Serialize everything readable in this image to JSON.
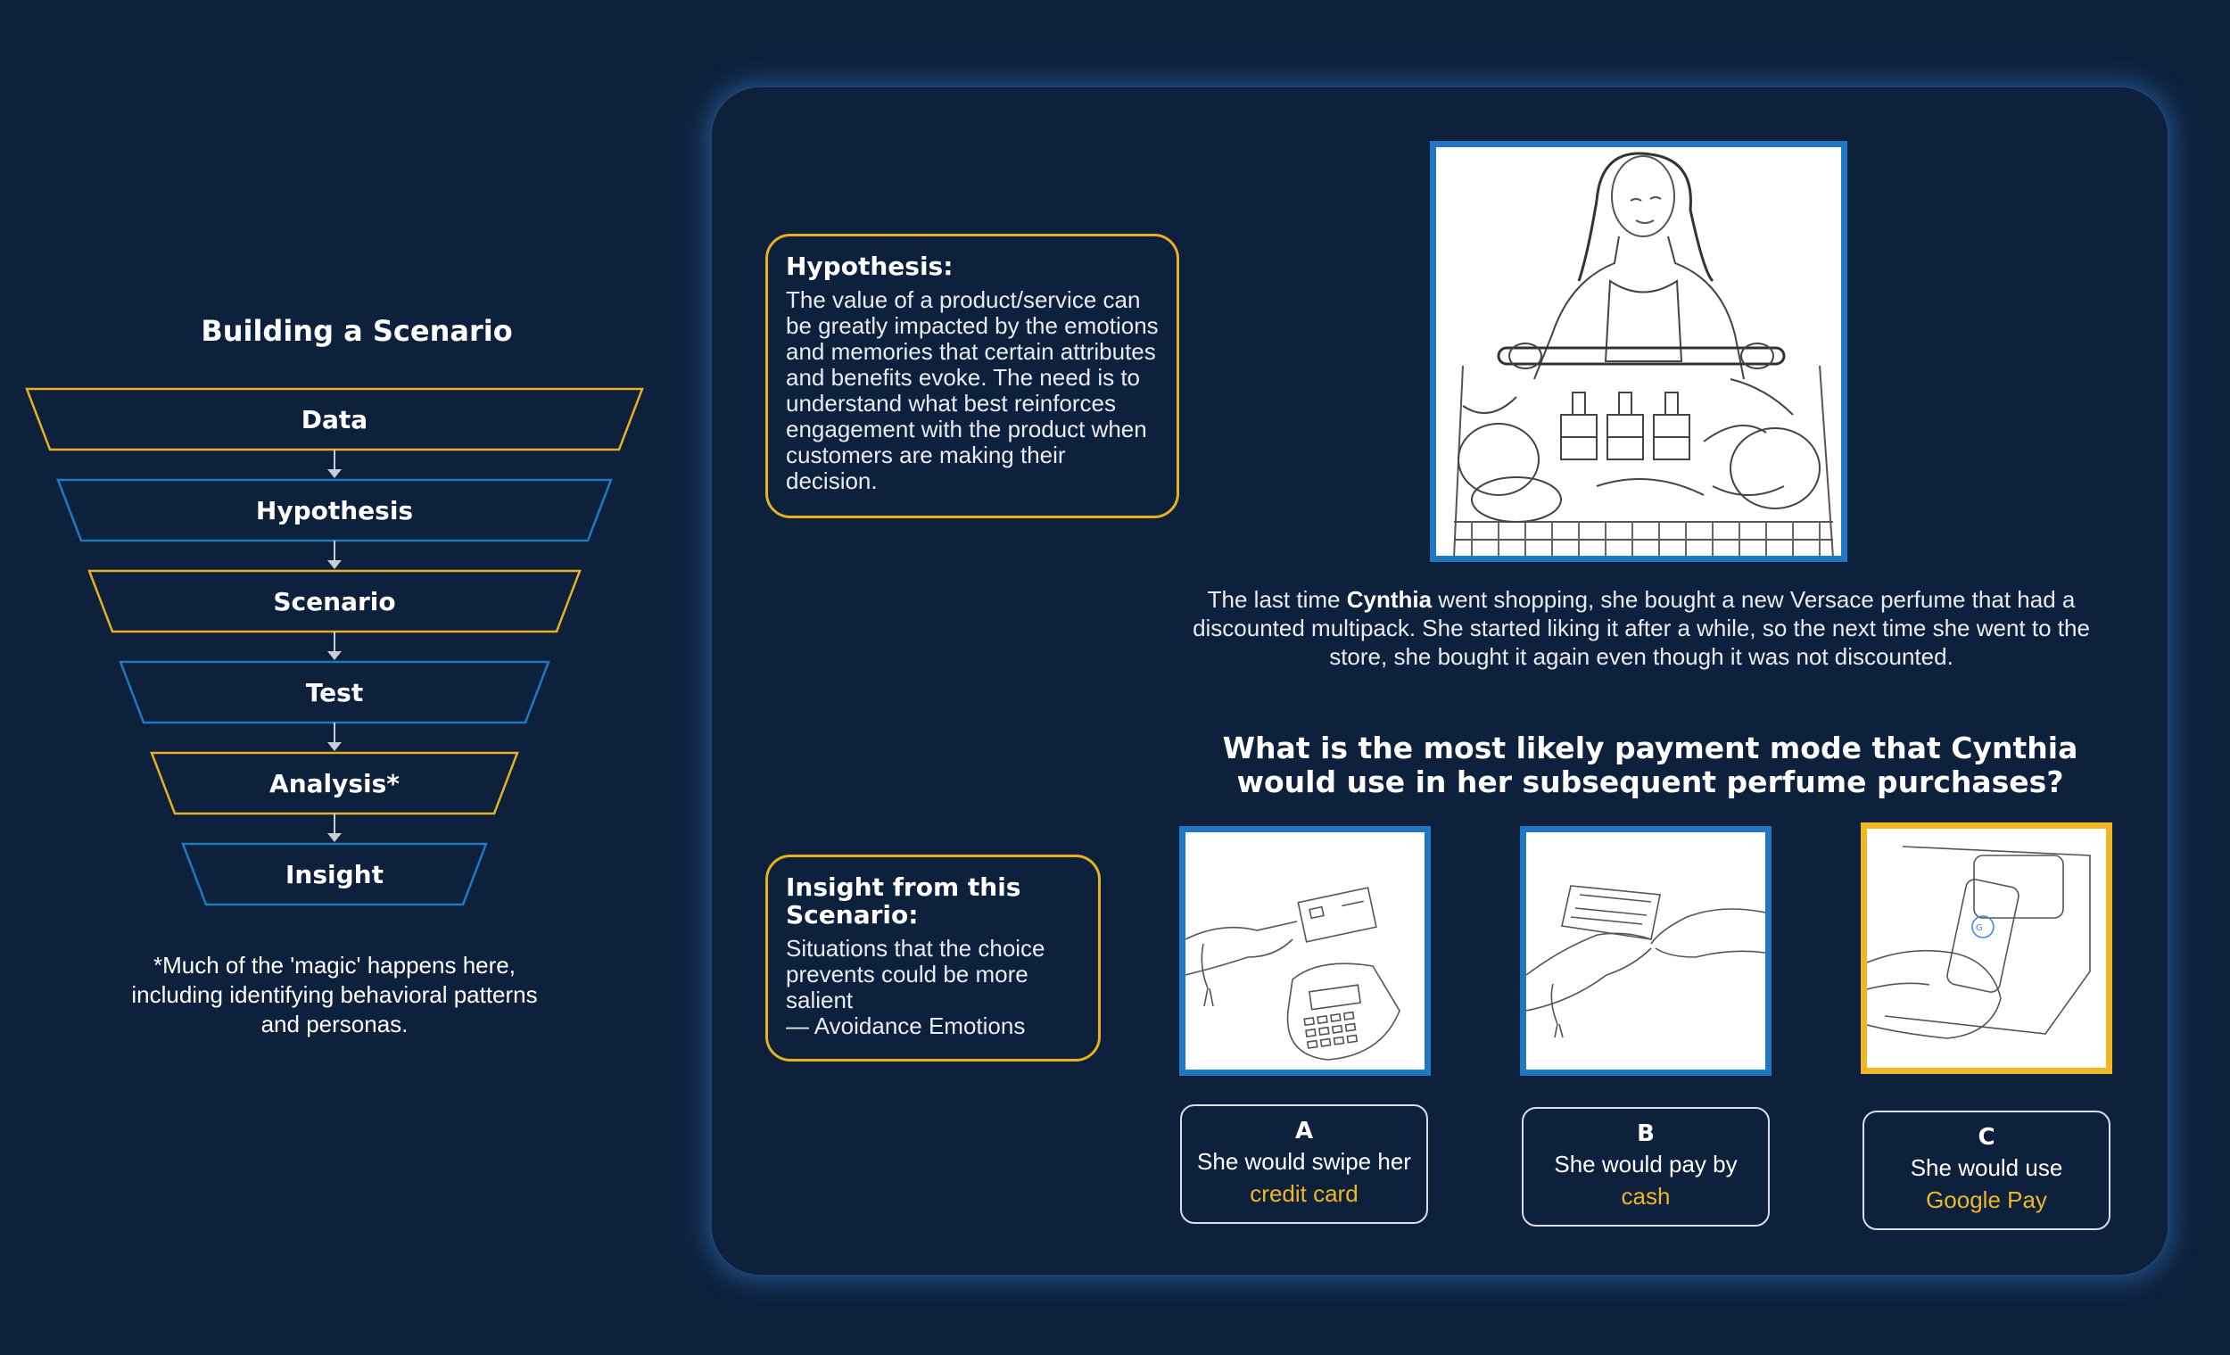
{
  "funnel": {
    "title": "Building a Scenario",
    "stages": [
      {
        "label": "Data",
        "color": "#e8b020"
      },
      {
        "label": "Hypothesis",
        "color": "#1f78c0"
      },
      {
        "label": "Scenario",
        "color": "#e8b020"
      },
      {
        "label": "Test",
        "color": "#1f78c0"
      },
      {
        "label": "Analysis*",
        "color": "#e8b020"
      },
      {
        "label": "Insight",
        "color": "#1f78c0"
      }
    ],
    "note": "*Much of the 'magic' happens here, including identifying behavioral patterns and personas."
  },
  "hypothesis": {
    "title": "Hypothesis:",
    "body": "The value of a product/service can be greatly impacted by the emotions and memories that certain attributes and benefits evoke. The need is to understand what best reinforces engagement with the product when customers are making their decision."
  },
  "insight": {
    "title": "Insight from this Scenario:",
    "body_line1": "Situations that the choice prevents could be more salient",
    "body_line2": "— Avoidance Emotions"
  },
  "scenario": {
    "prefix": "The last time ",
    "name": "Cynthia",
    "rest": " went shopping, she bought a new Versace perfume that had a discounted multipack. She started liking it after a while, so the next time she went to the store, she bought it again even though it was not discounted."
  },
  "question": "What is the most likely payment mode that Cynthia would use in her subsequent perfume purchases?",
  "options": {
    "a": {
      "letter": "A",
      "line1": "She would swipe her",
      "line2": "credit card"
    },
    "b": {
      "letter": "B",
      "line1": "She would pay by",
      "line2": "cash"
    },
    "c": {
      "letter": "C",
      "line1": "She would use",
      "line2": "Google Pay"
    }
  },
  "colors": {
    "background": "#0d213d",
    "accent_yellow": "#e8b020",
    "accent_blue": "#1f78c0",
    "highlight": "#f0b623"
  }
}
